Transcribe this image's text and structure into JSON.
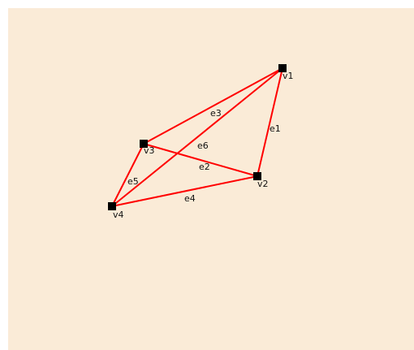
{
  "graph": {
    "background": "#faebd7",
    "edge_color": "#ff0000",
    "vertex_color": "#000000",
    "vertices": [
      {
        "id": "v1",
        "label": "v1"
      },
      {
        "id": "v2",
        "label": "v2"
      },
      {
        "id": "v3",
        "label": "v3"
      },
      {
        "id": "v4",
        "label": "v4"
      }
    ],
    "edges": [
      {
        "id": "e1",
        "label": "e1",
        "from": "v1",
        "to": "v2"
      },
      {
        "id": "e2",
        "label": "e2",
        "from": "v3",
        "to": "v2"
      },
      {
        "id": "e3",
        "label": "e3",
        "from": "v3",
        "to": "v1"
      },
      {
        "id": "e4",
        "label": "e4",
        "from": "v4",
        "to": "v2"
      },
      {
        "id": "e5",
        "label": "e5",
        "from": "v4",
        "to": "v3"
      },
      {
        "id": "e6",
        "label": "e6",
        "from": "v4",
        "to": "v1"
      }
    ]
  }
}
